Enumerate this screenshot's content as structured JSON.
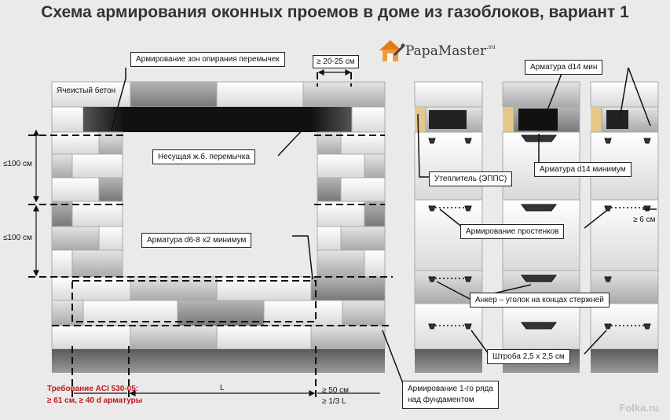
{
  "title": "Схема армирования оконных проемов в доме из газоблоков, вариант 1",
  "logo": {
    "name": "PapaMaster",
    "suffix": ".su",
    "icon": "house-wrench-icon"
  },
  "watermark": "Folka.ru",
  "left_diagram": {
    "material_label": "Ячеистый бетон",
    "callouts": {
      "lintel_support": "Армирование зон опирания перемычек",
      "bearing_lintel": "Несущая ж.б. перемычка",
      "rebar_6_8": "Арматура d6-8 x2 минимум",
      "first_row": "Армирование 1-го ряда\nнад фундаментом"
    },
    "dimensions": {
      "overhang_top": "≥ 20-25 см",
      "spacing_1": "≤100 см",
      "spacing_2": "≤100 см",
      "span": "L",
      "overhang_bottom_1": "≥ 50 см",
      "overhang_bottom_2": "≥ 1/3 L"
    },
    "requirement": {
      "line1": "Требование ACI 530-05:",
      "line2": "≥ 61 см,  ≥ 40 d арматуры"
    }
  },
  "right_diagram": {
    "callouts": {
      "rebar_d14": "Арматура d14 мин",
      "insulation": "Утеплитель (ЭППС)",
      "rebar_d14_min": "Арматура d14 минимум",
      "pier_reinforcement": "Армирование простенков",
      "anchor": "Анкер – уголок на концах стержней",
      "groove": "Штроба 2,5 х 2,5 см"
    },
    "dimension_edge": "≥ 6 см"
  },
  "colors": {
    "block_light": "#ffffff",
    "block_mid": "#cfcfcf",
    "block_dark": "#9c9c9c",
    "lintel": "#1a1a1a",
    "insulation": "#e6c78a",
    "requirement_red": "#c0161c",
    "logo_orange": "#e07a1a"
  }
}
